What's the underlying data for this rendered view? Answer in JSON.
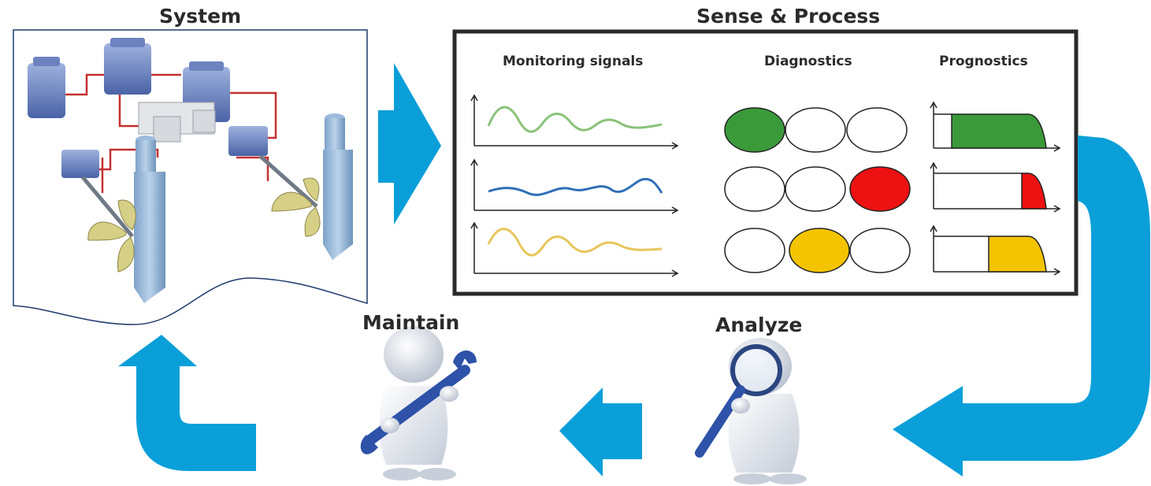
{
  "labels": {
    "system": "System",
    "sense_process": "Sense & Process",
    "monitoring": "Monitoring signals",
    "diagnostics": "Diagnostics",
    "prognostics": "Prognostics",
    "maintain": "Maintain",
    "analyze": "Analyze"
  },
  "colors": {
    "flow_arrow": "#0a9fd9",
    "green": "#3a9a3a",
    "red": "#ee1111",
    "yellow": "#f5c400",
    "signal_green": "#8ac27a",
    "signal_blue": "#2f6fb8",
    "signal_yellow": "#e7c65a",
    "panel_border": "#2a2a2a"
  },
  "diagnostics": [
    {
      "active_index": 0,
      "color": "green"
    },
    {
      "active_index": 2,
      "color": "red"
    },
    {
      "active_index": 1,
      "color": "yellow"
    }
  ],
  "prognostics": [
    {
      "remaining_fraction": 0.87,
      "color": "green"
    },
    {
      "remaining_fraction": 0.22,
      "color": "red"
    },
    {
      "remaining_fraction": 0.52,
      "color": "yellow"
    }
  ],
  "signals": [
    {
      "color": "signal_green",
      "trend": "decaying"
    },
    {
      "color": "signal_blue",
      "trend": "growing"
    },
    {
      "color": "signal_yellow",
      "trend": "decaying"
    }
  ],
  "icons": [
    "ship-propulsion-system-illustration",
    "wrench-figure-icon",
    "magnifier-figure-icon"
  ]
}
